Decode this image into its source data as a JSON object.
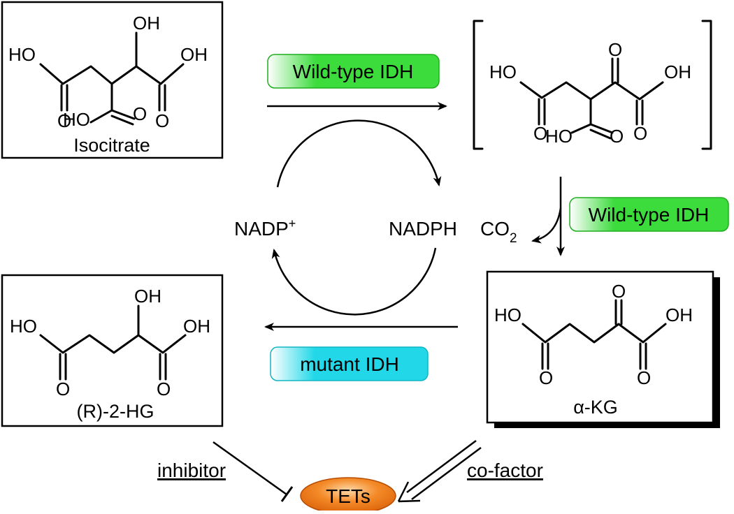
{
  "compounds": {
    "isocitrate": {
      "name": "Isocitrate",
      "atoms": {
        "oh_top": "OH",
        "ho_left": "HO",
        "oh_right": "OH",
        "ho_bottom": "HO",
        "o_bottom": "O",
        "o_left": "O",
        "o_right": "O"
      }
    },
    "oxalosuccinate": {
      "atoms": {
        "ho_left": "HO",
        "o_top": "O",
        "oh_right": "OH",
        "o_left": "O",
        "ho_bottom": "HO",
        "o_bottom": "O",
        "o_right": "O"
      }
    },
    "akg": {
      "name": "α-KG",
      "atoms": {
        "ho_left": "HO",
        "o_top": "O",
        "oh_right": "OH",
        "o_left": "O",
        "o_right": "O"
      }
    },
    "r2hg": {
      "name": "(R)-2-HG",
      "atoms": {
        "oh_top": "OH",
        "ho_left": "HO",
        "oh_right": "OH",
        "o_left": "O",
        "o_right": "O"
      }
    }
  },
  "enzymes": {
    "wildtype_top": {
      "label": "Wild-type IDH",
      "color": "#3ddc3d"
    },
    "wildtype_right": {
      "label": "Wild-type IDH",
      "color": "#3ddc3d"
    },
    "mutant": {
      "label": "mutant IDH",
      "color": "#22d8e8"
    },
    "tets": {
      "label": "TETs",
      "color": "#f07a1a"
    }
  },
  "cofactors": {
    "nadp": "NADP",
    "nadp_sup": "+",
    "nadph": "NADPH",
    "co2": "CO",
    "co2_sub": "2"
  },
  "relations": {
    "inhibitor": "inhibitor",
    "cofactor": "co-factor"
  }
}
